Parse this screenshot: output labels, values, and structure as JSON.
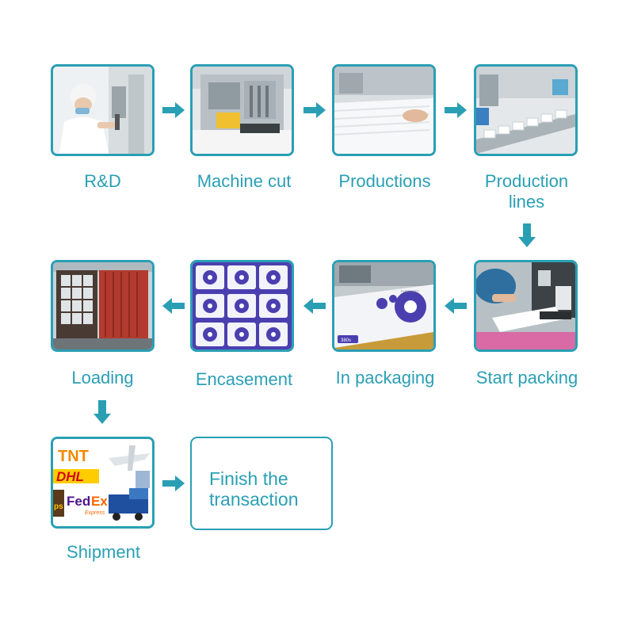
{
  "accent_color": "#2a9fb4",
  "steps": [
    {
      "label": "R&D",
      "icon": "lab-worker-photo"
    },
    {
      "label": "Machine cut",
      "icon": "cutting-machine-photo"
    },
    {
      "label": "Productions",
      "icon": "paper-stack-photo"
    },
    {
      "label": "Production\nlines",
      "icon": "conveyor-line-photo"
    },
    {
      "label": "Start packing",
      "icon": "packing-machine-photo"
    },
    {
      "label": "In packaging",
      "icon": "tissue-pack-photo"
    },
    {
      "label": "Encasement",
      "icon": "boxed-packs-photo"
    },
    {
      "label": "Loading",
      "icon": "shipping-container-photo"
    },
    {
      "label": "Shipment",
      "icon": "courier-logos-photo"
    }
  ],
  "shipment_logos": {
    "tnt": "TNT",
    "dhl": "DHL",
    "ups": "ps",
    "fedex_fed": "Fed",
    "fedex_ex": "Ex",
    "fedex_express": "Express"
  },
  "pack_brand": "PURE SOFT",
  "pack_count": "380s",
  "final_step": "Finish the\ntransaction"
}
